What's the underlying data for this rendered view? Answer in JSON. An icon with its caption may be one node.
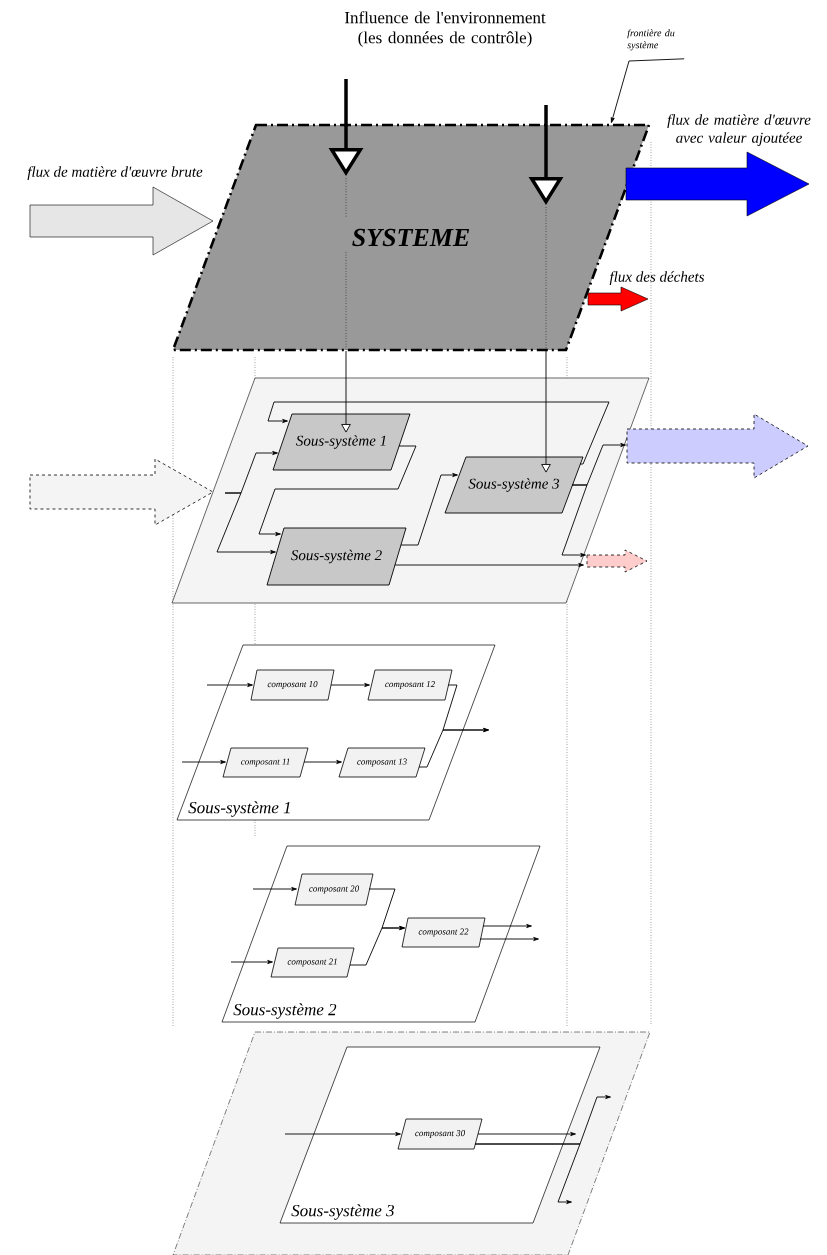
{
  "diagram": {
    "nodes": [
      {
        "text": [
          "SYSTEME"
        ]
      },
      {
        "text": [
          "frontière du système"
        ]
      },
      {
        "text": [],
        "shape": "arrow",
        "beside": [
          "flux de matière d'œuvre brute"
        ]
      },
      {
        "text": [],
        "shape": "arrow",
        "beside": [
          "flux de matière d'œuvre avec valeur ajoutéee"
        ]
      },
      {
        "text": [],
        "shape": "arrow",
        "beside": [
          "flux des déchets"
        ]
      },
      {
        "text": [],
        "shape": "box"
      },
      {
        "text": [
          "Sous-système 1"
        ],
        "in": 5
      },
      {
        "text": [
          "Sous-système 3"
        ],
        "in": 5
      },
      {
        "text": [
          "Sous-système 2"
        ],
        "in": 5
      },
      {
        "text": [],
        "shape": "arrow"
      },
      {
        "text": [],
        "shape": "arrow"
      },
      {
        "text": [],
        "shape": "arrow"
      },
      {
        "text": [
          "Sous-système 1"
        ]
      },
      {
        "text": [
          "composant 10"
        ],
        "in": 12
      },
      {
        "text": [
          "composant 12"
        ],
        "in": 12
      },
      {
        "text": [
          "composant 11"
        ],
        "in": 12
      },
      {
        "text": [
          "composant 13"
        ],
        "in": 12
      },
      {
        "text": [
          "Sous-système 2"
        ]
      },
      {
        "text": [
          "composant 20"
        ],
        "in": 17
      },
      {
        "text": [
          "composant 22"
        ],
        "in": 17
      },
      {
        "text": [
          "composant 21"
        ],
        "in": 17
      },
      {
        "text": [],
        "shape": "box"
      },
      {
        "text": [
          "Sous-système 3"
        ],
        "in": 21
      },
      {
        "text": [
          "composant 30"
        ],
        "in": 22
      }
    ],
    "edges": [
      {
        "from": null,
        "to": 0,
        "arrow": "to",
        "style": "thick"
      },
      {
        "from": null,
        "to": 0,
        "arrow": "to",
        "style": "thick"
      },
      {
        "from": 1,
        "to": 0,
        "arrow": "to"
      },
      {
        "from": 0,
        "to": 6,
        "arrow": "to"
      },
      {
        "from": 0,
        "to": 7,
        "arrow": "to"
      },
      {
        "from": 9,
        "to": 6,
        "arrow": "to"
      },
      {
        "from": 9,
        "to": 8,
        "arrow": "to"
      },
      {
        "from": 6,
        "to": 8,
        "arrow": "to"
      },
      {
        "from": 8,
        "to": 7,
        "arrow": "to"
      },
      {
        "from": 7,
        "to": 6,
        "arrow": "to"
      },
      {
        "from": 7,
        "to": 10,
        "arrow": "to"
      },
      {
        "from": 7,
        "to": 11,
        "arrow": "to"
      },
      {
        "from": 8,
        "to": 11,
        "arrow": "to"
      },
      {
        "from": null,
        "to": 13,
        "arrow": "to"
      },
      {
        "from": 13,
        "to": 14,
        "arrow": "to"
      },
      {
        "from": null,
        "to": 15,
        "arrow": "to"
      },
      {
        "from": 15,
        "to": 16,
        "arrow": "to"
      },
      {
        "from": 14,
        "to": null,
        "arrow": "to"
      },
      {
        "from": 16,
        "to": null,
        "arrow": "to"
      },
      {
        "from": null,
        "to": 18,
        "arrow": "to"
      },
      {
        "from": null,
        "to": 20,
        "arrow": "to"
      },
      {
        "from": 18,
        "to": 19,
        "arrow": "to"
      },
      {
        "from": 20,
        "to": 19,
        "arrow": "to"
      },
      {
        "from": 19,
        "to": null,
        "arrow": "to"
      },
      {
        "from": 19,
        "to": null,
        "arrow": "to"
      },
      {
        "from": null,
        "to": 23,
        "arrow": "to"
      },
      {
        "from": 23,
        "to": null,
        "arrow": "to"
      },
      {
        "from": 23,
        "to": null,
        "arrow": "to"
      },
      {
        "from": 23,
        "to": null,
        "arrow": "to"
      }
    ],
    "labels": [
      "Influence de l'environnement (les données de contrôle)"
    ]
  }
}
